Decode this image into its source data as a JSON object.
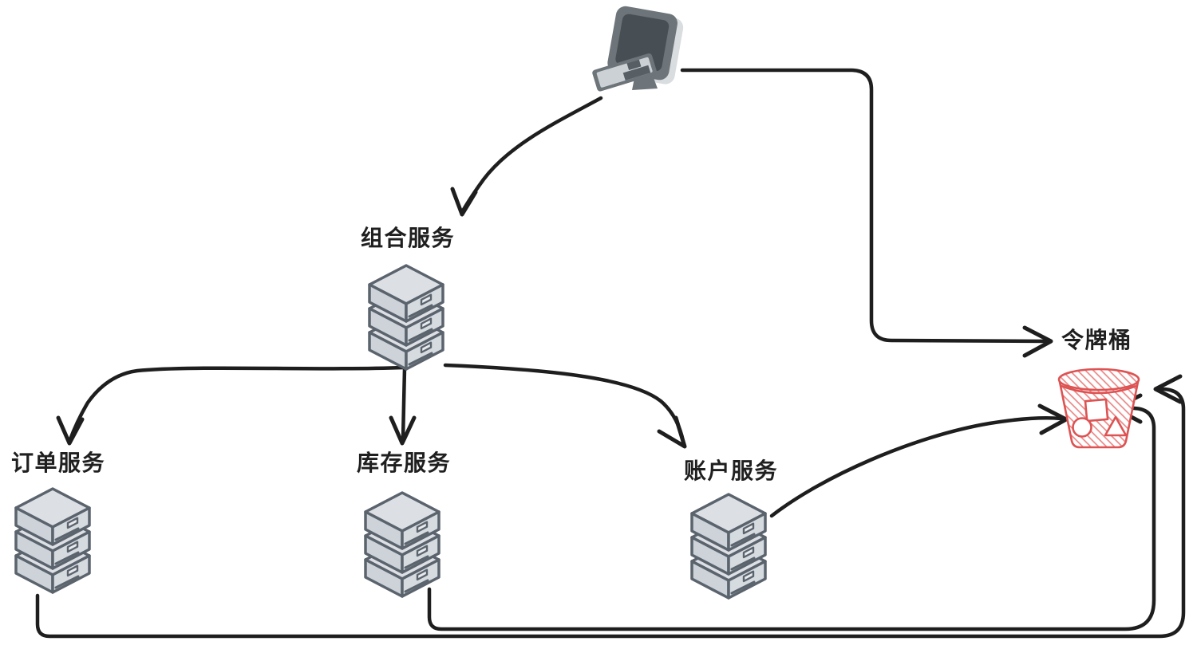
{
  "diagram": {
    "type": "architecture-flow",
    "background": "#ffffff",
    "style": "hand-drawn"
  },
  "colors": {
    "line": "#1e1e1e",
    "text": "#1f1f1f",
    "server_fill_top": "#dce0e5",
    "server_fill_left": "#cdd3d9",
    "server_fill_right": "#d6dbe0",
    "server_stroke": "#5b636d",
    "computer_body": "#6d757b",
    "computer_screen": "#474e54",
    "computer_panel": "#ccd1d5",
    "bucket_red": "#dd5353"
  },
  "nodes": {
    "client": {
      "label": "",
      "icon": "desktop-computer"
    },
    "composite_service": {
      "label": "组合服务",
      "icon": "server-stack"
    },
    "order_service": {
      "label": "订单服务",
      "icon": "server-stack"
    },
    "inventory_service": {
      "label": "库存服务",
      "icon": "server-stack"
    },
    "account_service": {
      "label": "账户服务",
      "icon": "server-stack"
    },
    "token_bucket": {
      "label": "令牌桶",
      "icon": "bucket-with-tokens"
    }
  },
  "edges": [
    {
      "from": "client",
      "to": "composite_service",
      "style": "curved-arrow"
    },
    {
      "from": "client",
      "to": "token_bucket",
      "style": "orthogonal-arrow"
    },
    {
      "from": "composite_service",
      "to": "order_service",
      "style": "curved-arrow"
    },
    {
      "from": "composite_service",
      "to": "inventory_service",
      "style": "straight-arrow"
    },
    {
      "from": "composite_service",
      "to": "account_service",
      "style": "curved-arrow"
    },
    {
      "from": "account_service",
      "to": "token_bucket",
      "style": "curved-arrow"
    },
    {
      "from": "inventory_service",
      "to": "token_bucket",
      "style": "orthogonal-arrow-bottom"
    },
    {
      "from": "order_service",
      "to": "token_bucket",
      "style": "orthogonal-arrow-bottom"
    }
  ],
  "bucket_tokens": [
    "square",
    "circle",
    "triangle"
  ]
}
